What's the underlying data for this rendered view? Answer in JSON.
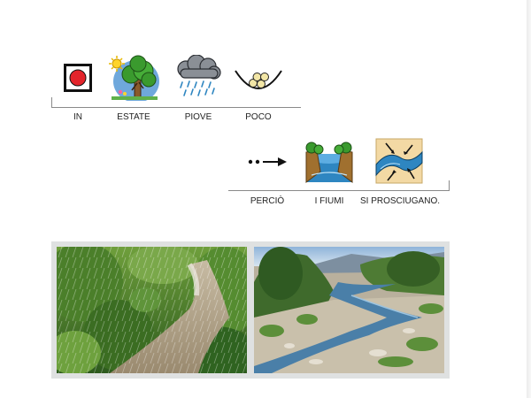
{
  "row1": {
    "symbols": [
      {
        "label": "IN",
        "icon": "inside-box-icon"
      },
      {
        "label": "ESTATE",
        "icon": "summer-tree-sun-icon"
      },
      {
        "label": "PIOVE",
        "icon": "rain-cloud-icon"
      },
      {
        "label": "POCO",
        "icon": "few-balls-bowl-icon"
      }
    ]
  },
  "row2": {
    "symbols": [
      {
        "label": "",
        "icon": "therefore-arrow-icon"
      },
      {
        "label": "PERCIÒ",
        "icon": ""
      },
      {
        "label": "I FIUMI",
        "icon": "river-icon"
      },
      {
        "label": "SI PROSCIUGANO.",
        "icon": "drying-river-icon"
      }
    ]
  },
  "photos": [
    {
      "icon": "rainy-stream-photo"
    },
    {
      "icon": "dry-riverbed-photo"
    }
  ],
  "colors": {
    "red": "#e3242b",
    "sky": "#6fa8dc",
    "tree": "#3a9a2e",
    "water": "#2e86c1"
  }
}
